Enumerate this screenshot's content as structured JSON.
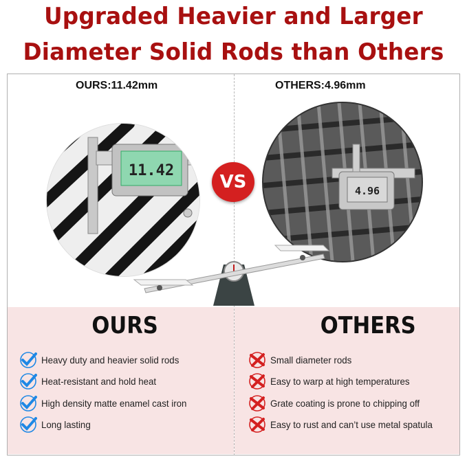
{
  "headline": {
    "line1": "Upgraded Heavier and Larger",
    "line2": "Diameter Solid Rods than Others"
  },
  "colors": {
    "headline": "#a81010",
    "vs_badge": "#d42020",
    "check": "#1e88e5",
    "cross": "#d42020",
    "panel": "#f8e4e4"
  },
  "comparison": {
    "ours_measure": "OURS:11.42mm",
    "others_measure": "OTHERS:4.96mm",
    "vs_label": "VS",
    "ours_caliper_reading": "11.42",
    "others_caliper_reading": "4.96"
  },
  "ours": {
    "title": "OURS",
    "icon": "check-icon",
    "items": [
      "Heavy duty and heavier solid rods",
      "Heat-resistant and hold heat",
      "High density matte enamel cast iron",
      "Long lasting"
    ]
  },
  "others": {
    "title": "OTHERS",
    "icon": "cross-icon",
    "items": [
      "Small diameter rods",
      "Easy to warp at high temperatures",
      "Grate coating is prone to chipping off",
      "Easy to rust and can’t use metal spatula"
    ]
  }
}
